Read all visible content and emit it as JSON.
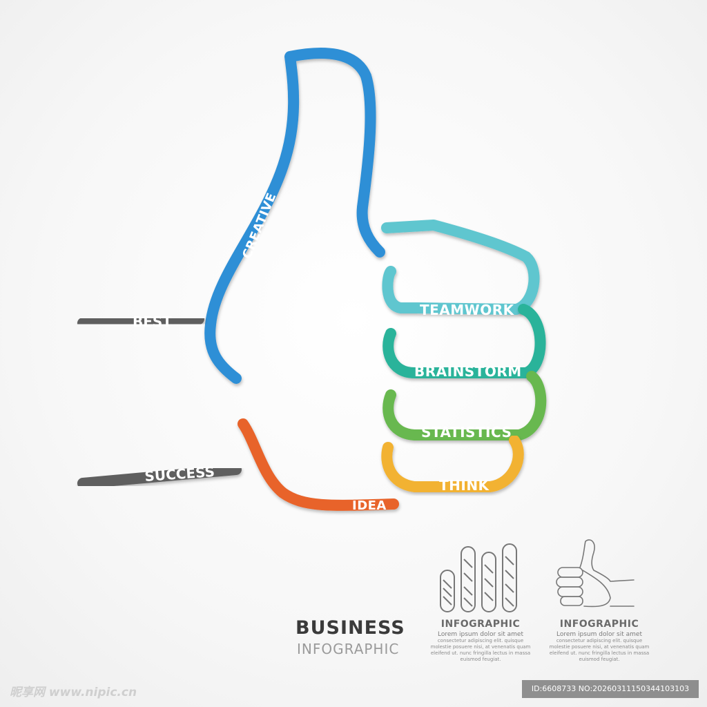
{
  "diagram": {
    "labels": {
      "creative": "CREATIVE",
      "best": "BEST",
      "success": "SUCCESS",
      "idea": "IDEA",
      "teamwork": "TEAMWORK",
      "brainstorm": "BRAINSTORM",
      "statistics": "STATISTICS",
      "think": "THINK"
    },
    "colors": {
      "thumb": "#2f8fd6",
      "teamwork": "#5ec6cf",
      "brainstorm": "#2bb39a",
      "statistics": "#68b84f",
      "think": "#f2b233",
      "idea": "#e8632a",
      "bars": "#5e5e5e"
    }
  },
  "footer": {
    "title": "BUSINESS",
    "subtitle": "INFOGRAPHIC",
    "mini_blocks": [
      {
        "title": "INFOGRAPHIC",
        "lines": [
          "Lorem ipsum dolor sit amet",
          "consectetur adipiscing elit. quisque",
          "molestie posuere nisi, at venenatis quam",
          "eleifend ut. nunc fringilla lectus in massa",
          "euismod feugiat."
        ],
        "icon": "bar-chart-sketch-icon"
      },
      {
        "title": "INFOGRAPHIC",
        "lines": [
          "Lorem ipsum dolor sit amet",
          "consectetur adipiscing elit. quisque",
          "molestie posuere nisi, at venenatis quam",
          "eleifend ut. nunc fringilla lectus in massa",
          "euismod feugiat."
        ],
        "icon": "thumbs-up-sketch-icon"
      }
    ]
  },
  "watermark": {
    "left": "昵享网 www.nipic.cn",
    "right": "ID:6608733 NO:20260311150344103103"
  }
}
